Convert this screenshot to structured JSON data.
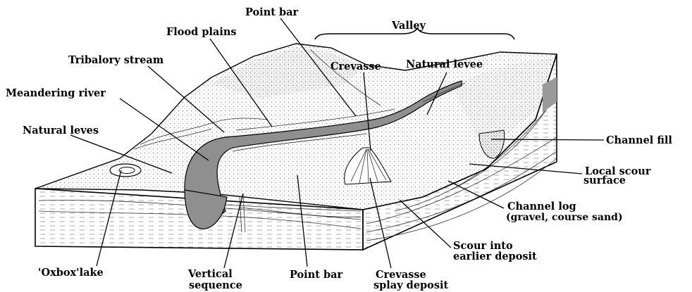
{
  "labels": {
    "point_bar_top": "Point bar",
    "valley": "Valley",
    "flood_plains": "Flood plains",
    "tributary_stream": "Tribalory stream",
    "crevasse": "Crevasse",
    "natural_levee": "Natural levee",
    "meandering_river": "Meandering river",
    "natural_leves": "Natural leves",
    "channel_fill": "Channel fill",
    "local_scour_1": "Local scour",
    "local_scour_2": "surface",
    "channel_log_1": "Channel log",
    "channel_log_2": "(gravel, course sand)",
    "scour_1": "Scour into",
    "scour_2": "earlier deposit",
    "oxbow_lake": "'Oxbox'lake",
    "vertical_1": "Vertical",
    "vertical_2": "sequence",
    "point_bar_bottom": "Point bar",
    "crevasse_splay_1": "Crevasse",
    "crevasse_splay_2": "splay deposit"
  },
  "colors": {
    "river": "#8f8f8f",
    "stipple": "#bdbdbd",
    "background": "#ffffff"
  }
}
